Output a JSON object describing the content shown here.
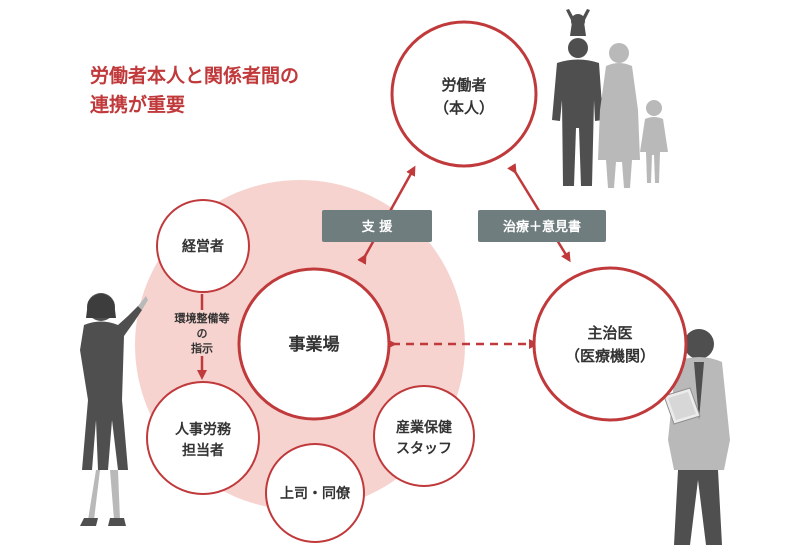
{
  "headline": {
    "line1": "労働者本人と関係者間の",
    "line2": "連携が重要"
  },
  "nodes": {
    "worker": {
      "line1": "労働者",
      "line2": "（本人）"
    },
    "workplace": {
      "label": "事業場"
    },
    "doctor": {
      "line1": "主治医",
      "line2": "（医療機関）"
    },
    "management": {
      "label": "経営者"
    },
    "hr": {
      "line1": "人事労務",
      "line2": "担当者"
    },
    "boss": {
      "label": "上司・同僚"
    },
    "health_staff": {
      "line1": "産業保健",
      "line2": "スタッフ"
    }
  },
  "tags": {
    "support": "支 援",
    "treatment": "治療＋意見書"
  },
  "instruction": {
    "line1": "環境整備等",
    "line2": "の",
    "line3": "指示"
  },
  "colors": {
    "accent": "#c0393b",
    "pink": "#f6d3cf",
    "tag": "#6f7d7f",
    "silhouette": "#4f4f4f",
    "silhouette_light": "#b9b9b9"
  }
}
